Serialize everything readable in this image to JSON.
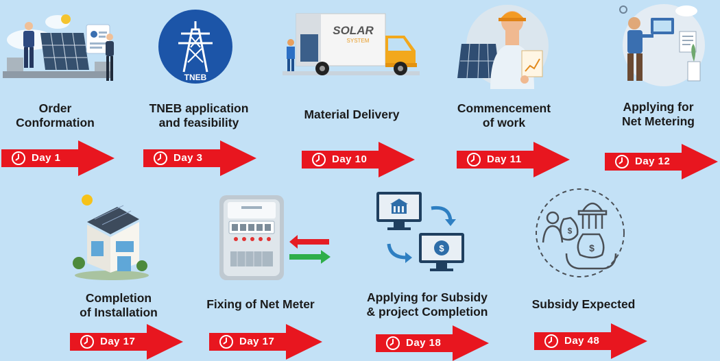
{
  "steps": [
    {
      "title_line1": "Order",
      "title_line2": "Conformation",
      "day": "Day 1",
      "icon": "worker-installing-solar-panels"
    },
    {
      "title_line1": "TNEB application",
      "title_line2": "and feasibility",
      "day": "Day 3",
      "icon": "tneb-tower-logo",
      "logo_text": "TNEB"
    },
    {
      "title_line1": "Material Delivery",
      "title_line2": "",
      "day": "Day 10",
      "icon": "solar-delivery-truck",
      "truck_text_1": "SOLAR",
      "truck_text_2": "SYSTEM"
    },
    {
      "title_line1": "Commencement",
      "title_line2": "of work",
      "day": "Day 11",
      "icon": "engineer-with-clipboard"
    },
    {
      "title_line1": "Applying for",
      "title_line2": "Net Metering",
      "day": "Day 12",
      "icon": "person-applying-online"
    },
    {
      "title_line1": "Completion",
      "title_line2": "of Installation",
      "day": "Day 17",
      "icon": "house-with-solar-roof"
    },
    {
      "title_line1": "Fixing of Net Meter",
      "title_line2": "",
      "day": "Day 17",
      "icon": "net-meter"
    },
    {
      "title_line1": "Applying for Subsidy",
      "title_line2": "& project Completion",
      "day": "Day 18",
      "icon": "monitors-exchange"
    },
    {
      "title_line1": "Subsidy Expected",
      "title_line2": "",
      "day": "Day 48",
      "icon": "subsidy-money-bags"
    }
  ],
  "colors": {
    "background": "#c3e1f6",
    "arrow": "#e8161f",
    "text": "#1a1a1a"
  }
}
